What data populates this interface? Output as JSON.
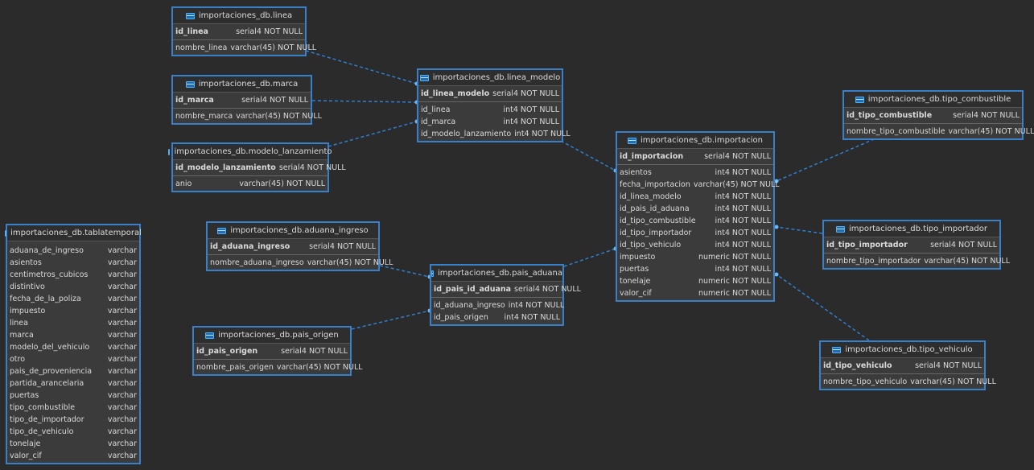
{
  "tables": [
    {
      "id": "linea",
      "title": "importaciones_db.linea",
      "pk": [
        {
          "name": "id_linea",
          "type": "serial4 NOT NULL"
        }
      ],
      "fields": [
        {
          "name": "nombre_linea",
          "type": "varchar(45) NOT NULL"
        }
      ]
    },
    {
      "id": "marca",
      "title": "importaciones_db.marca",
      "pk": [
        {
          "name": "id_marca",
          "type": "serial4 NOT NULL"
        }
      ],
      "fields": [
        {
          "name": "nombre_marca",
          "type": "varchar(45) NOT NULL"
        }
      ]
    },
    {
      "id": "modelo_lanzamiento",
      "title": "importaciones_db.modelo_lanzamiento",
      "pk": [
        {
          "name": "id_modelo_lanzamiento",
          "type": "serial4 NOT NULL"
        }
      ],
      "fields": [
        {
          "name": "anio",
          "type": "varchar(45) NOT NULL"
        }
      ]
    },
    {
      "id": "linea_modelo",
      "title": "importaciones_db.linea_modelo",
      "pk": [
        {
          "name": "id_linea_modelo",
          "type": "serial4 NOT NULL"
        }
      ],
      "fields": [
        {
          "name": "id_linea",
          "type": "int4 NOT NULL"
        },
        {
          "name": "id_marca",
          "type": "int4 NOT NULL"
        },
        {
          "name": "id_modelo_lanzamiento",
          "type": "int4 NOT NULL"
        }
      ]
    },
    {
      "id": "importacion",
      "title": "importaciones_db.importacion",
      "pk": [
        {
          "name": "id_importacion",
          "type": "serial4 NOT NULL"
        }
      ],
      "fields": [
        {
          "name": "asientos",
          "type": "int4 NOT NULL"
        },
        {
          "name": "fecha_importacion",
          "type": "varchar(45) NOT NULL"
        },
        {
          "name": "id_linea_modelo",
          "type": "int4 NOT NULL"
        },
        {
          "name": "id_pais_id_aduana",
          "type": "int4 NOT NULL"
        },
        {
          "name": "id_tipo_combustible",
          "type": "int4 NOT NULL"
        },
        {
          "name": "id_tipo_importador",
          "type": "int4 NOT NULL"
        },
        {
          "name": "id_tipo_vehiculo",
          "type": "int4 NOT NULL"
        },
        {
          "name": "impuesto",
          "type": "numeric NOT NULL"
        },
        {
          "name": "puertas",
          "type": "int4 NOT NULL"
        },
        {
          "name": "tonelaje",
          "type": "numeric NOT NULL"
        },
        {
          "name": "valor_cif",
          "type": "numeric NOT NULL"
        }
      ]
    },
    {
      "id": "tipo_combustible",
      "title": "importaciones_db.tipo_combustible",
      "pk": [
        {
          "name": "id_tipo_combustible",
          "type": "serial4 NOT NULL"
        }
      ],
      "fields": [
        {
          "name": "nombre_tipo_combustible",
          "type": "varchar(45) NOT NULL"
        }
      ]
    },
    {
      "id": "tipo_importador",
      "title": "importaciones_db.tipo_importador",
      "pk": [
        {
          "name": "id_tipo_importador",
          "type": "serial4 NOT NULL"
        }
      ],
      "fields": [
        {
          "name": "nombre_tipo_importador",
          "type": "varchar(45) NOT NULL"
        }
      ]
    },
    {
      "id": "tipo_vehiculo",
      "title": "importaciones_db.tipo_vehiculo",
      "pk": [
        {
          "name": "id_tipo_vehiculo",
          "type": "serial4 NOT NULL"
        }
      ],
      "fields": [
        {
          "name": "nombre_tipo_vehiculo",
          "type": "varchar(45) NOT NULL"
        }
      ]
    },
    {
      "id": "aduana_ingreso",
      "title": "importaciones_db.aduana_ingreso",
      "pk": [
        {
          "name": "id_aduana_ingreso",
          "type": "serial4 NOT NULL"
        }
      ],
      "fields": [
        {
          "name": "nombre_aduana_ingreso",
          "type": "varchar(45) NOT NULL"
        }
      ]
    },
    {
      "id": "pais_aduana",
      "title": "importaciones_db.pais_aduana",
      "pk": [
        {
          "name": "id_pais_id_aduana",
          "type": "serial4 NOT NULL"
        }
      ],
      "fields": [
        {
          "name": "id_aduana_ingreso",
          "type": "int4 NOT NULL"
        },
        {
          "name": "id_pais_origen",
          "type": "int4 NOT NULL"
        }
      ]
    },
    {
      "id": "pais_origen",
      "title": "importaciones_db.pais_origen",
      "pk": [
        {
          "name": "id_pais_origen",
          "type": "serial4 NOT NULL"
        }
      ],
      "fields": [
        {
          "name": "nombre_pais_origen",
          "type": "varchar(45) NOT NULL"
        }
      ]
    },
    {
      "id": "tablatemporal",
      "title": "importaciones_db.tablatemporal",
      "pk": [],
      "fields": [
        {
          "name": "aduana_de_ingreso",
          "type": "varchar"
        },
        {
          "name": "asientos",
          "type": "varchar"
        },
        {
          "name": "centimetros_cubicos",
          "type": "varchar"
        },
        {
          "name": "distintivo",
          "type": "varchar"
        },
        {
          "name": "fecha_de_la_poliza",
          "type": "varchar"
        },
        {
          "name": "impuesto",
          "type": "varchar"
        },
        {
          "name": "linea",
          "type": "varchar"
        },
        {
          "name": "marca",
          "type": "varchar"
        },
        {
          "name": "modelo_del_vehiculo",
          "type": "varchar"
        },
        {
          "name": "otro",
          "type": "varchar"
        },
        {
          "name": "pais_de_proveniencia",
          "type": "varchar"
        },
        {
          "name": "partida_arancelaria",
          "type": "varchar"
        },
        {
          "name": "puertas",
          "type": "varchar"
        },
        {
          "name": "tipo_combustible",
          "type": "varchar"
        },
        {
          "name": "tipo_de_importador",
          "type": "varchar"
        },
        {
          "name": "tipo_de_vehiculo",
          "type": "varchar"
        },
        {
          "name": "tonelaje",
          "type": "varchar"
        },
        {
          "name": "valor_cif",
          "type": "varchar"
        }
      ]
    }
  ],
  "relations": [
    {
      "from": "linea",
      "to": "linea_modelo"
    },
    {
      "from": "marca",
      "to": "linea_modelo"
    },
    {
      "from": "modelo_lanzamiento",
      "to": "linea_modelo"
    },
    {
      "from": "linea_modelo",
      "to": "importacion"
    },
    {
      "from": "tipo_combustible",
      "to": "importacion"
    },
    {
      "from": "tipo_importador",
      "to": "importacion"
    },
    {
      "from": "tipo_vehiculo",
      "to": "importacion"
    },
    {
      "from": "aduana_ingreso",
      "to": "pais_aduana"
    },
    {
      "from": "pais_origen",
      "to": "pais_aduana"
    },
    {
      "from": "pais_aduana",
      "to": "importacion"
    }
  ],
  "colors": {
    "background": "#2b2b2b",
    "table_border": "#3a80c8",
    "link": "#2f7fd1"
  }
}
